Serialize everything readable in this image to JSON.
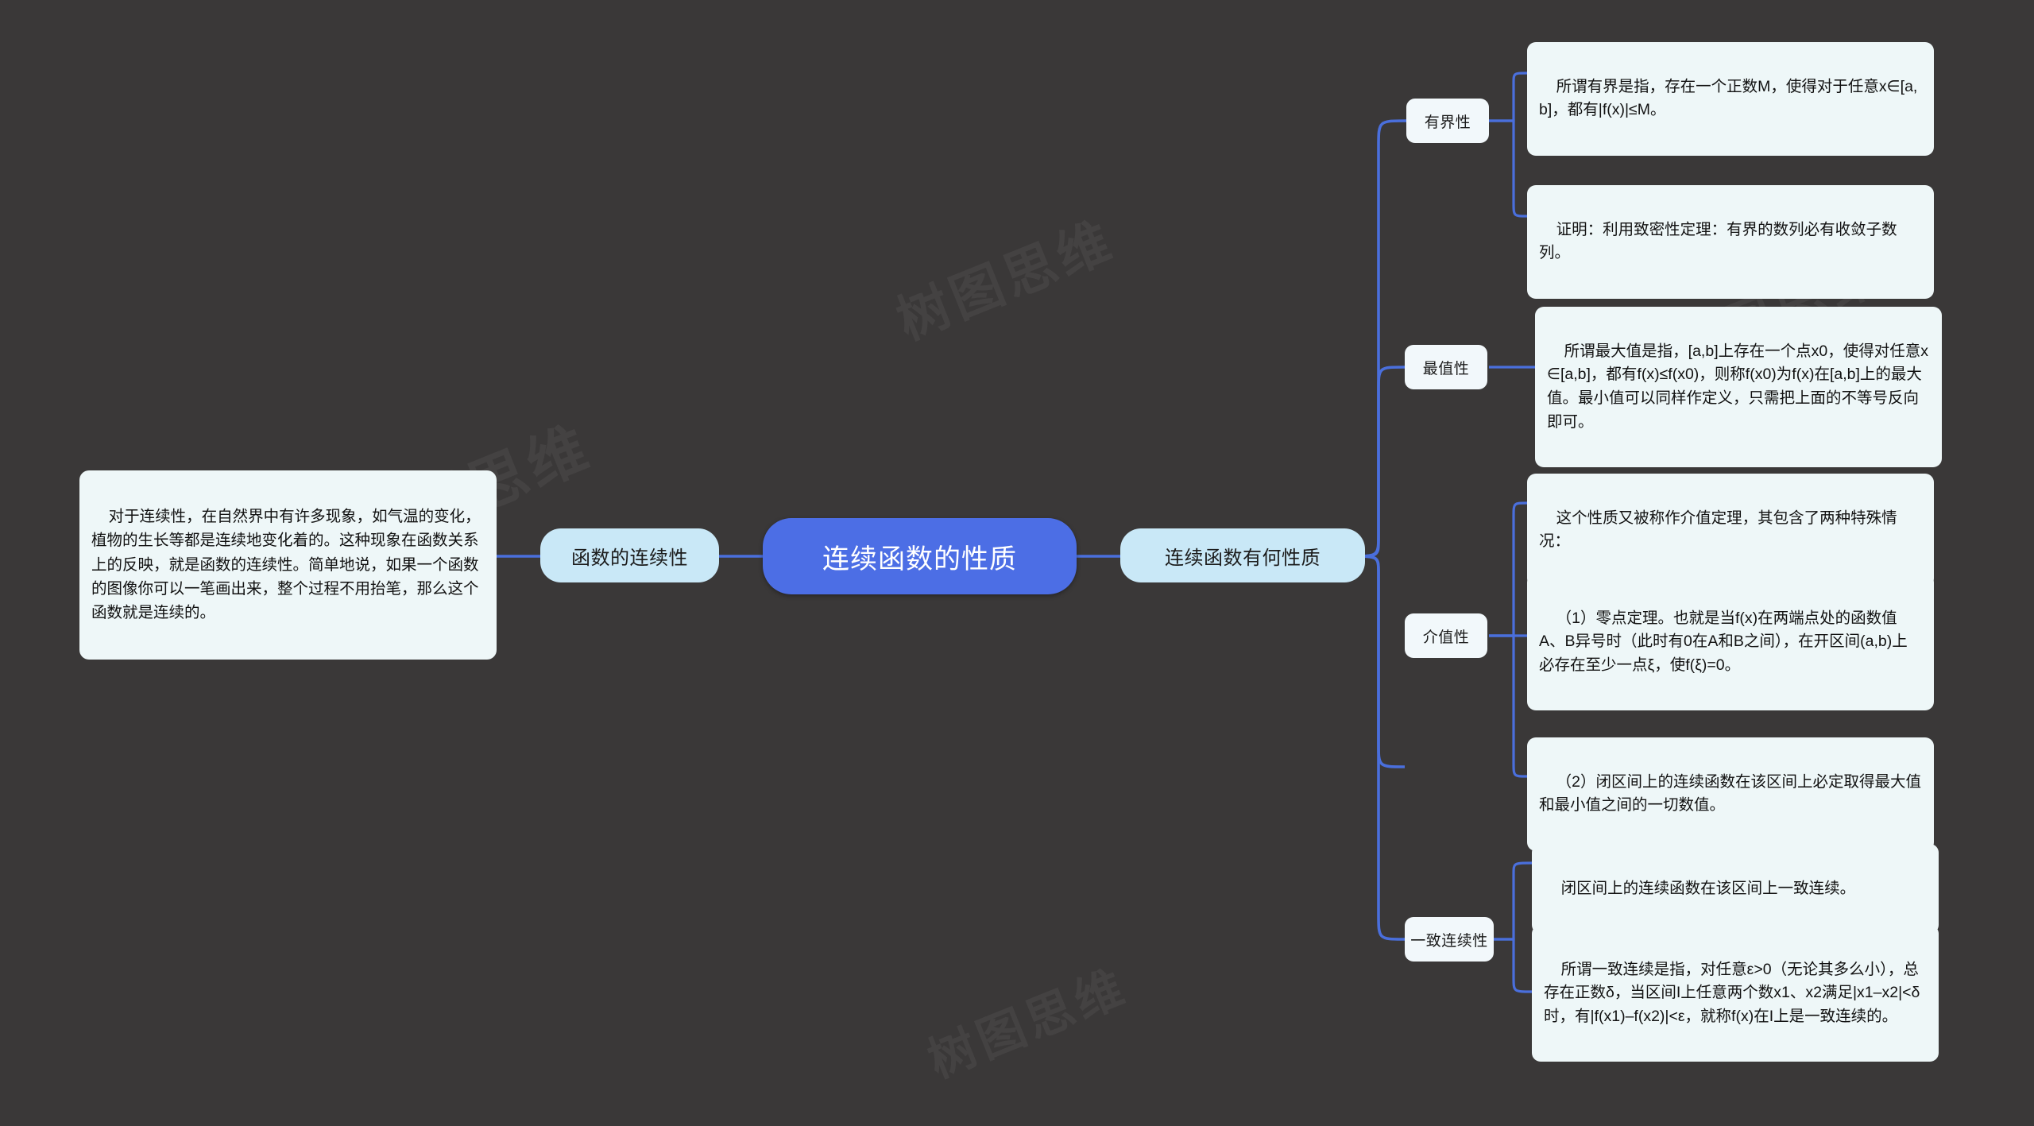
{
  "canvas": {
    "background": "#3a3838",
    "accent_blue": "#4c6ee5",
    "connector_blue": "#4a6fdc",
    "branch_fill": "#c9e8f7",
    "leaf_fill": "#eef7f8"
  },
  "watermarks": [
    {
      "text": "树图思维"
    },
    {
      "text": "树图思维"
    },
    {
      "text": "树图思维"
    },
    {
      "text": "树图思维"
    }
  ],
  "root": {
    "label": "连续函数的性质"
  },
  "left_branch": {
    "label": "函数的连续性",
    "note": "对于连续性，在自然界中有许多现象，如气温的变化，植物的生长等都是连续地变化着的。这种现象在函数关系上的反映，就是函数的连续性。简单地说，如果一个函数的图像你可以一笔画出来，整个过程不用抬笔，那么这个函数就是连续的。"
  },
  "right_branch": {
    "label": "连续函数有何性质",
    "categories": [
      {
        "label": "有界性",
        "items": [
          "所谓有界是指，存在一个正数M，使得对于任意x∈[a,b]，都有|f(x)|≤M。",
          "证明：利用致密性定理：有界的数列必有收敛子数列。"
        ]
      },
      {
        "label": "最值性",
        "items": [
          "所谓最大值是指，[a,b]上存在一个点x0，使得对任意x∈[a,b]，都有f(x)≤f(x0)，则称f(x0)为f(x)在[a,b]上的最大值。最小值可以同样作定义，只需把上面的不等号反向即可。"
        ]
      },
      {
        "label": "介值性",
        "items": [
          "这个性质又被称作介值定理，其包含了两种特殊情况：",
          "（1）零点定理。也就是当f(x)在两端点处的函数值A、B异号时（此时有0在A和B之间），在开区间(a,b)上必存在至少一点ξ，使f(ξ)=0。",
          "（2）闭区间上的连续函数在该区间上必定取得最大值和最小值之间的一切数值。"
        ]
      },
      {
        "label": "一致连续性",
        "items": [
          "闭区间上的连续函数在该区间上一致连续。",
          "所谓一致连续是指，对任意ε>0（无论其多么小），总存在正数δ，当区间I上任意两个数x1、x2满足|x1–x2|<δ时，有|f(x1)–f(x2)|<ε，就称f(x)在I上是一致连续的。"
        ]
      }
    ]
  }
}
